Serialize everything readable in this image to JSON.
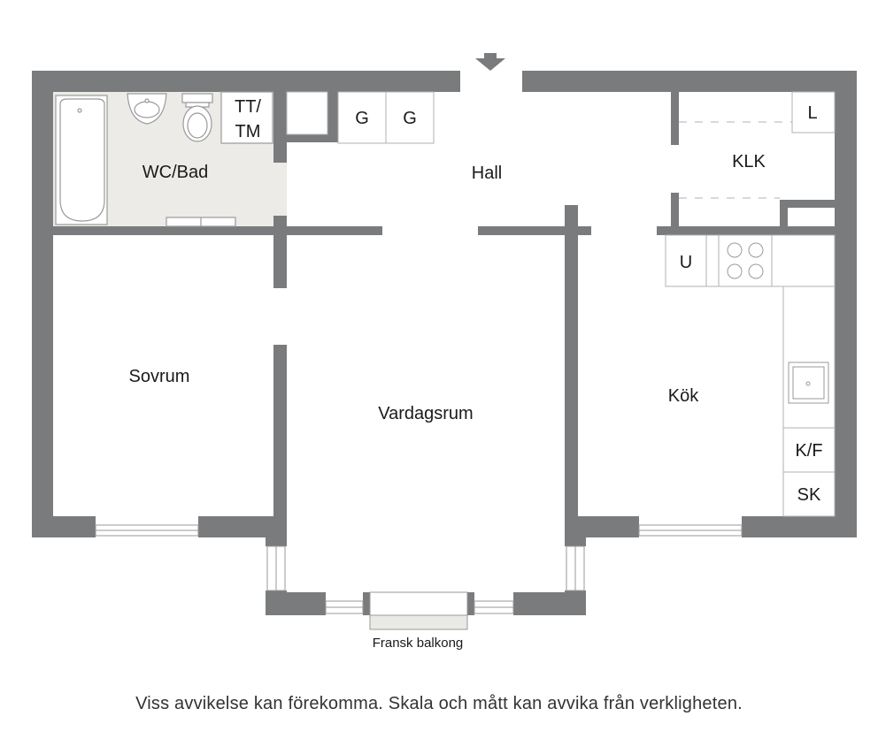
{
  "rooms": {
    "wc_bad": "WC/Bad",
    "tt_tm_line1": "TT/",
    "tt_tm_line2": "TM",
    "g1": "G",
    "g2": "G",
    "hall": "Hall",
    "klk": "KLK",
    "l": "L",
    "sovrum": "Sovrum",
    "vardagsrum": "Vardagsrum",
    "kok": "Kök",
    "u": "U",
    "kf": "K/F",
    "sk": "SK"
  },
  "balcony_label": "Fransk balkong",
  "disclaimer": "Viss avvikelse kan förekomma. Skala och mått kan avvika från verkligheten.",
  "colors": {
    "wall": "#7a7b7d",
    "bathroom_floor": "#ecebe7",
    "fixture_stroke": "#9a9a9a",
    "text": "#1a1a1a"
  }
}
